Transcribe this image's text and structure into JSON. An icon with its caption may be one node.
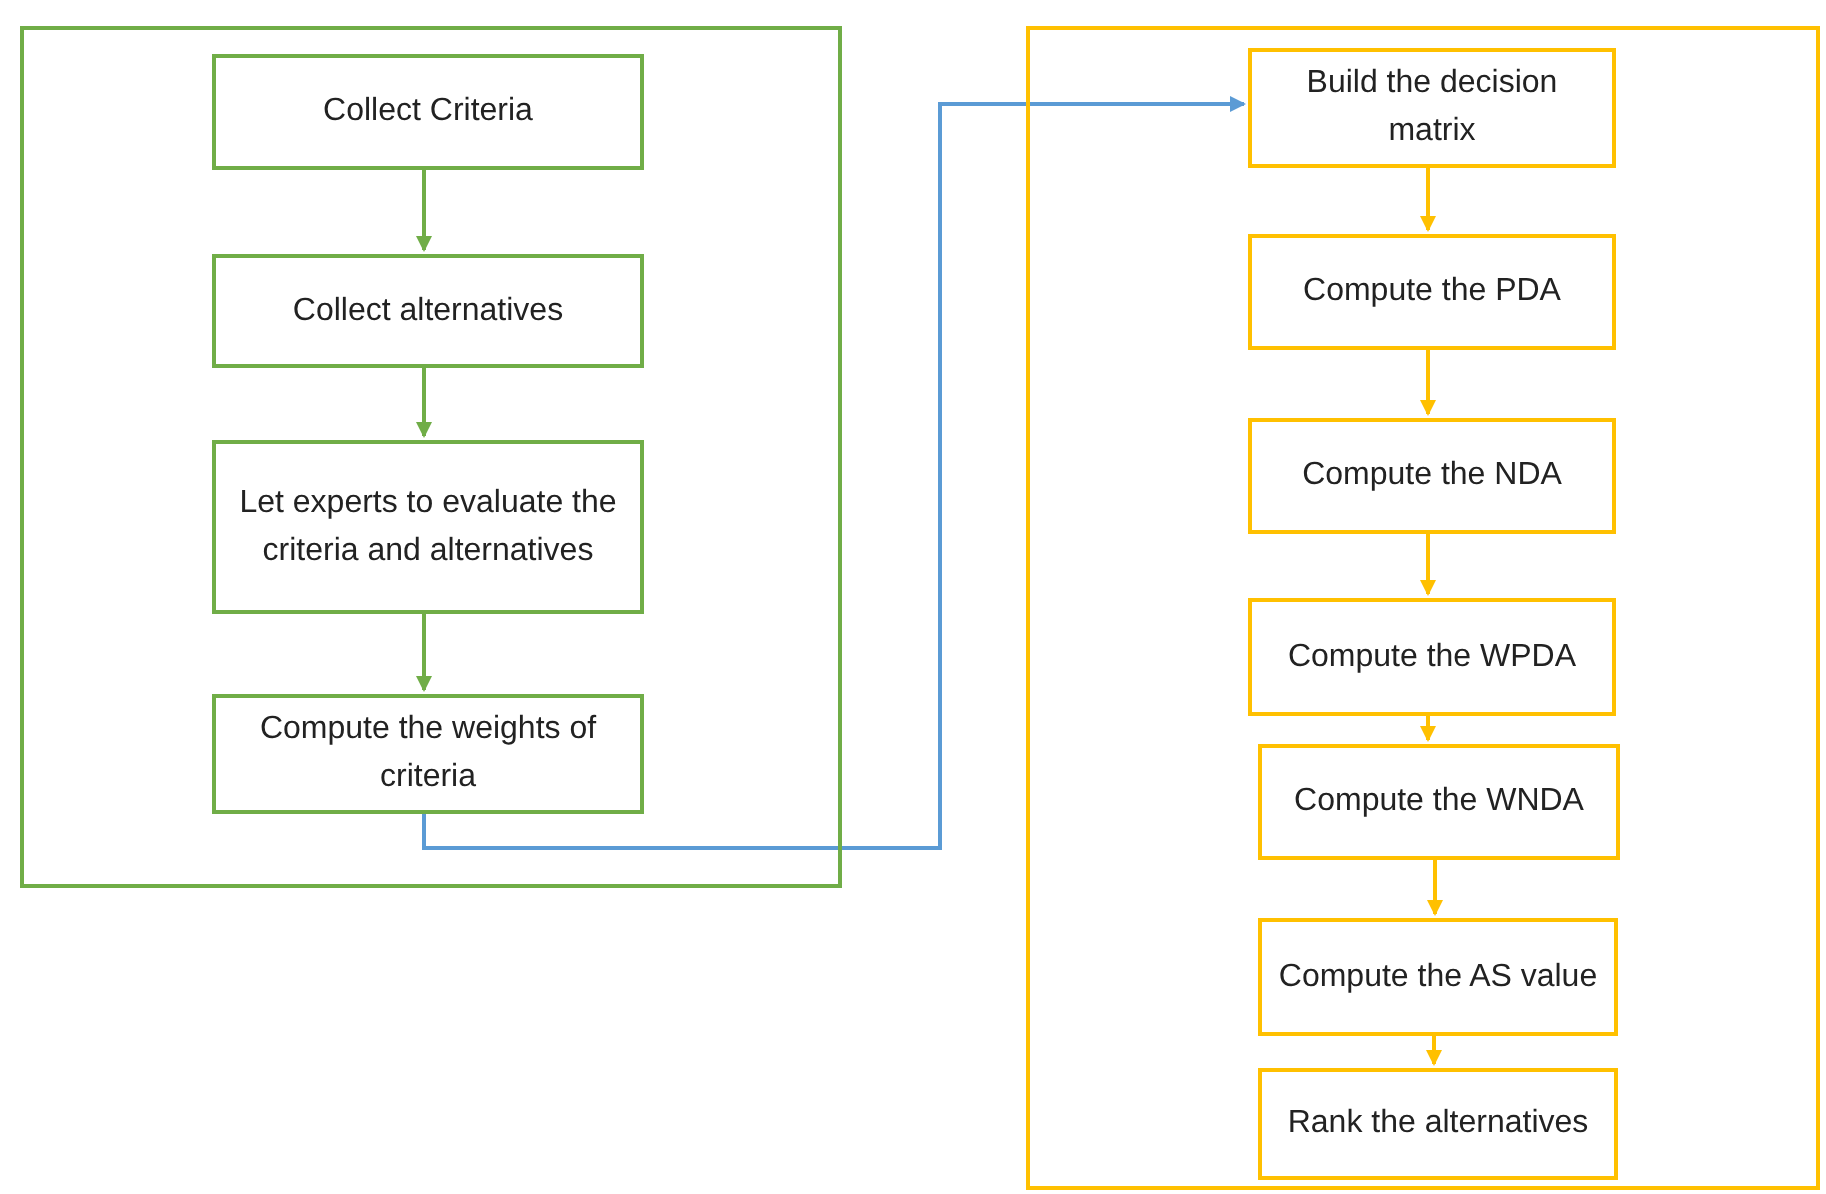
{
  "diagram": {
    "nodes": [
      {
        "text": [],
        "shape": "box"
      },
      {
        "text": [
          "Collect Criteria"
        ],
        "in": 0
      },
      {
        "text": [
          "Collect alternatives"
        ],
        "in": 0
      },
      {
        "text": [
          "Let experts to evaluate the criteria and alternatives"
        ],
        "in": 0
      },
      {
        "text": [
          "Compute the weights of criteria"
        ],
        "in": 0
      },
      {
        "text": [],
        "shape": "box"
      },
      {
        "text": [
          "Build the decision matrix"
        ],
        "in": 5
      },
      {
        "text": [
          "Compute the PDA"
        ],
        "in": 5
      },
      {
        "text": [
          "Compute the NDA"
        ],
        "in": 5
      },
      {
        "text": [
          "Compute the WPDA"
        ],
        "in": 5
      },
      {
        "text": [
          "Compute the WNDA"
        ],
        "in": 5
      },
      {
        "text": [
          "Compute the AS value"
        ],
        "in": 5
      },
      {
        "text": [
          "Rank the alternatives"
        ],
        "in": 5
      }
    ],
    "edges": [
      {
        "from": 1,
        "to": 2,
        "arrow": "to",
        "color": "#70ad47"
      },
      {
        "from": 2,
        "to": 3,
        "arrow": "to",
        "color": "#70ad47"
      },
      {
        "from": 3,
        "to": 4,
        "arrow": "to",
        "color": "#70ad47"
      },
      {
        "from": 4,
        "to": 6,
        "arrow": "to",
        "color": "#5b9bd5"
      },
      {
        "from": 6,
        "to": 7,
        "arrow": "to"
      },
      {
        "from": 7,
        "to": 8,
        "arrow": "to"
      },
      {
        "from": 8,
        "to": 9,
        "arrow": "to"
      },
      {
        "from": 9,
        "to": 10,
        "arrow": "to"
      },
      {
        "from": 10,
        "to": 11,
        "arrow": "to"
      },
      {
        "from": 11,
        "to": 12,
        "arrow": "to"
      }
    ]
  }
}
